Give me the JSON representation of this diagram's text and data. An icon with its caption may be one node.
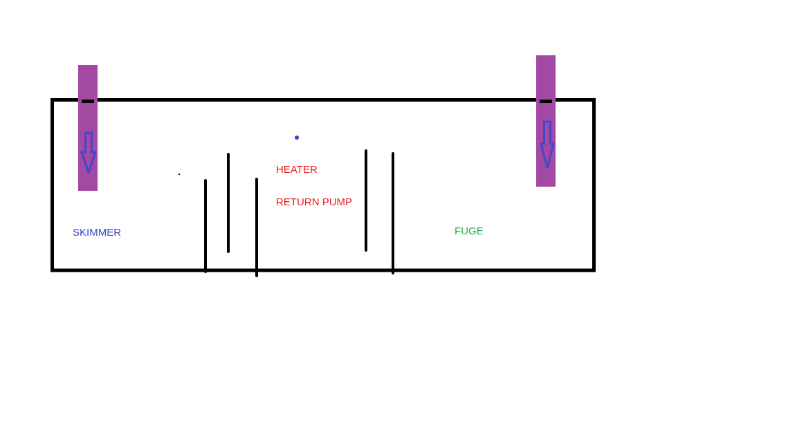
{
  "diagram": {
    "labels": [
      "HEATER",
      "RETURN PUMP",
      "SKIMMER",
      "FUGE"
    ]
  }
}
